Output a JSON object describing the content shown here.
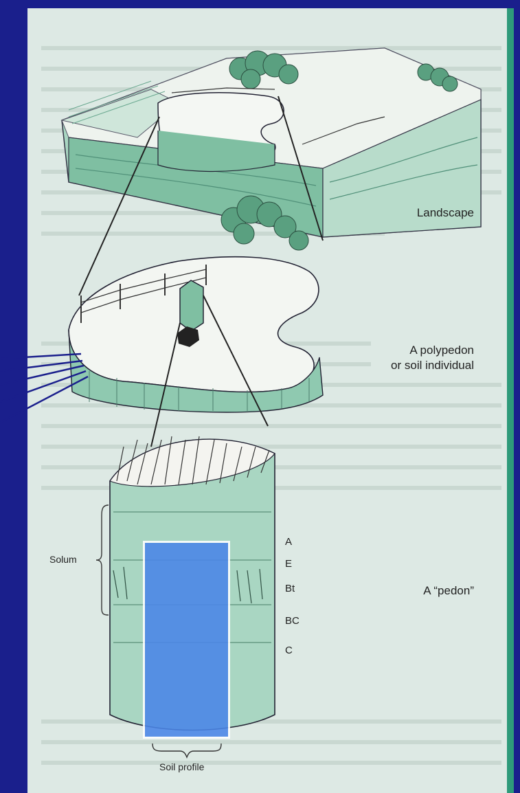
{
  "labels": {
    "landscape": "Landscape",
    "polypedon_line1": "A polypedon",
    "polypedon_line2": "or soil individual",
    "pedon": "A “pedon”",
    "solum": "Solum",
    "soil_profile": "Soil profile"
  },
  "horizons": [
    "A",
    "E",
    "Bt",
    "BC",
    "C"
  ],
  "colors": {
    "slide_background": "#1a1f8c",
    "page": "#dde9e4",
    "soil_green": "#8fc9b0",
    "highlight_overlay": "#4a86e8",
    "pointer_lines": "#1a1f8c"
  }
}
